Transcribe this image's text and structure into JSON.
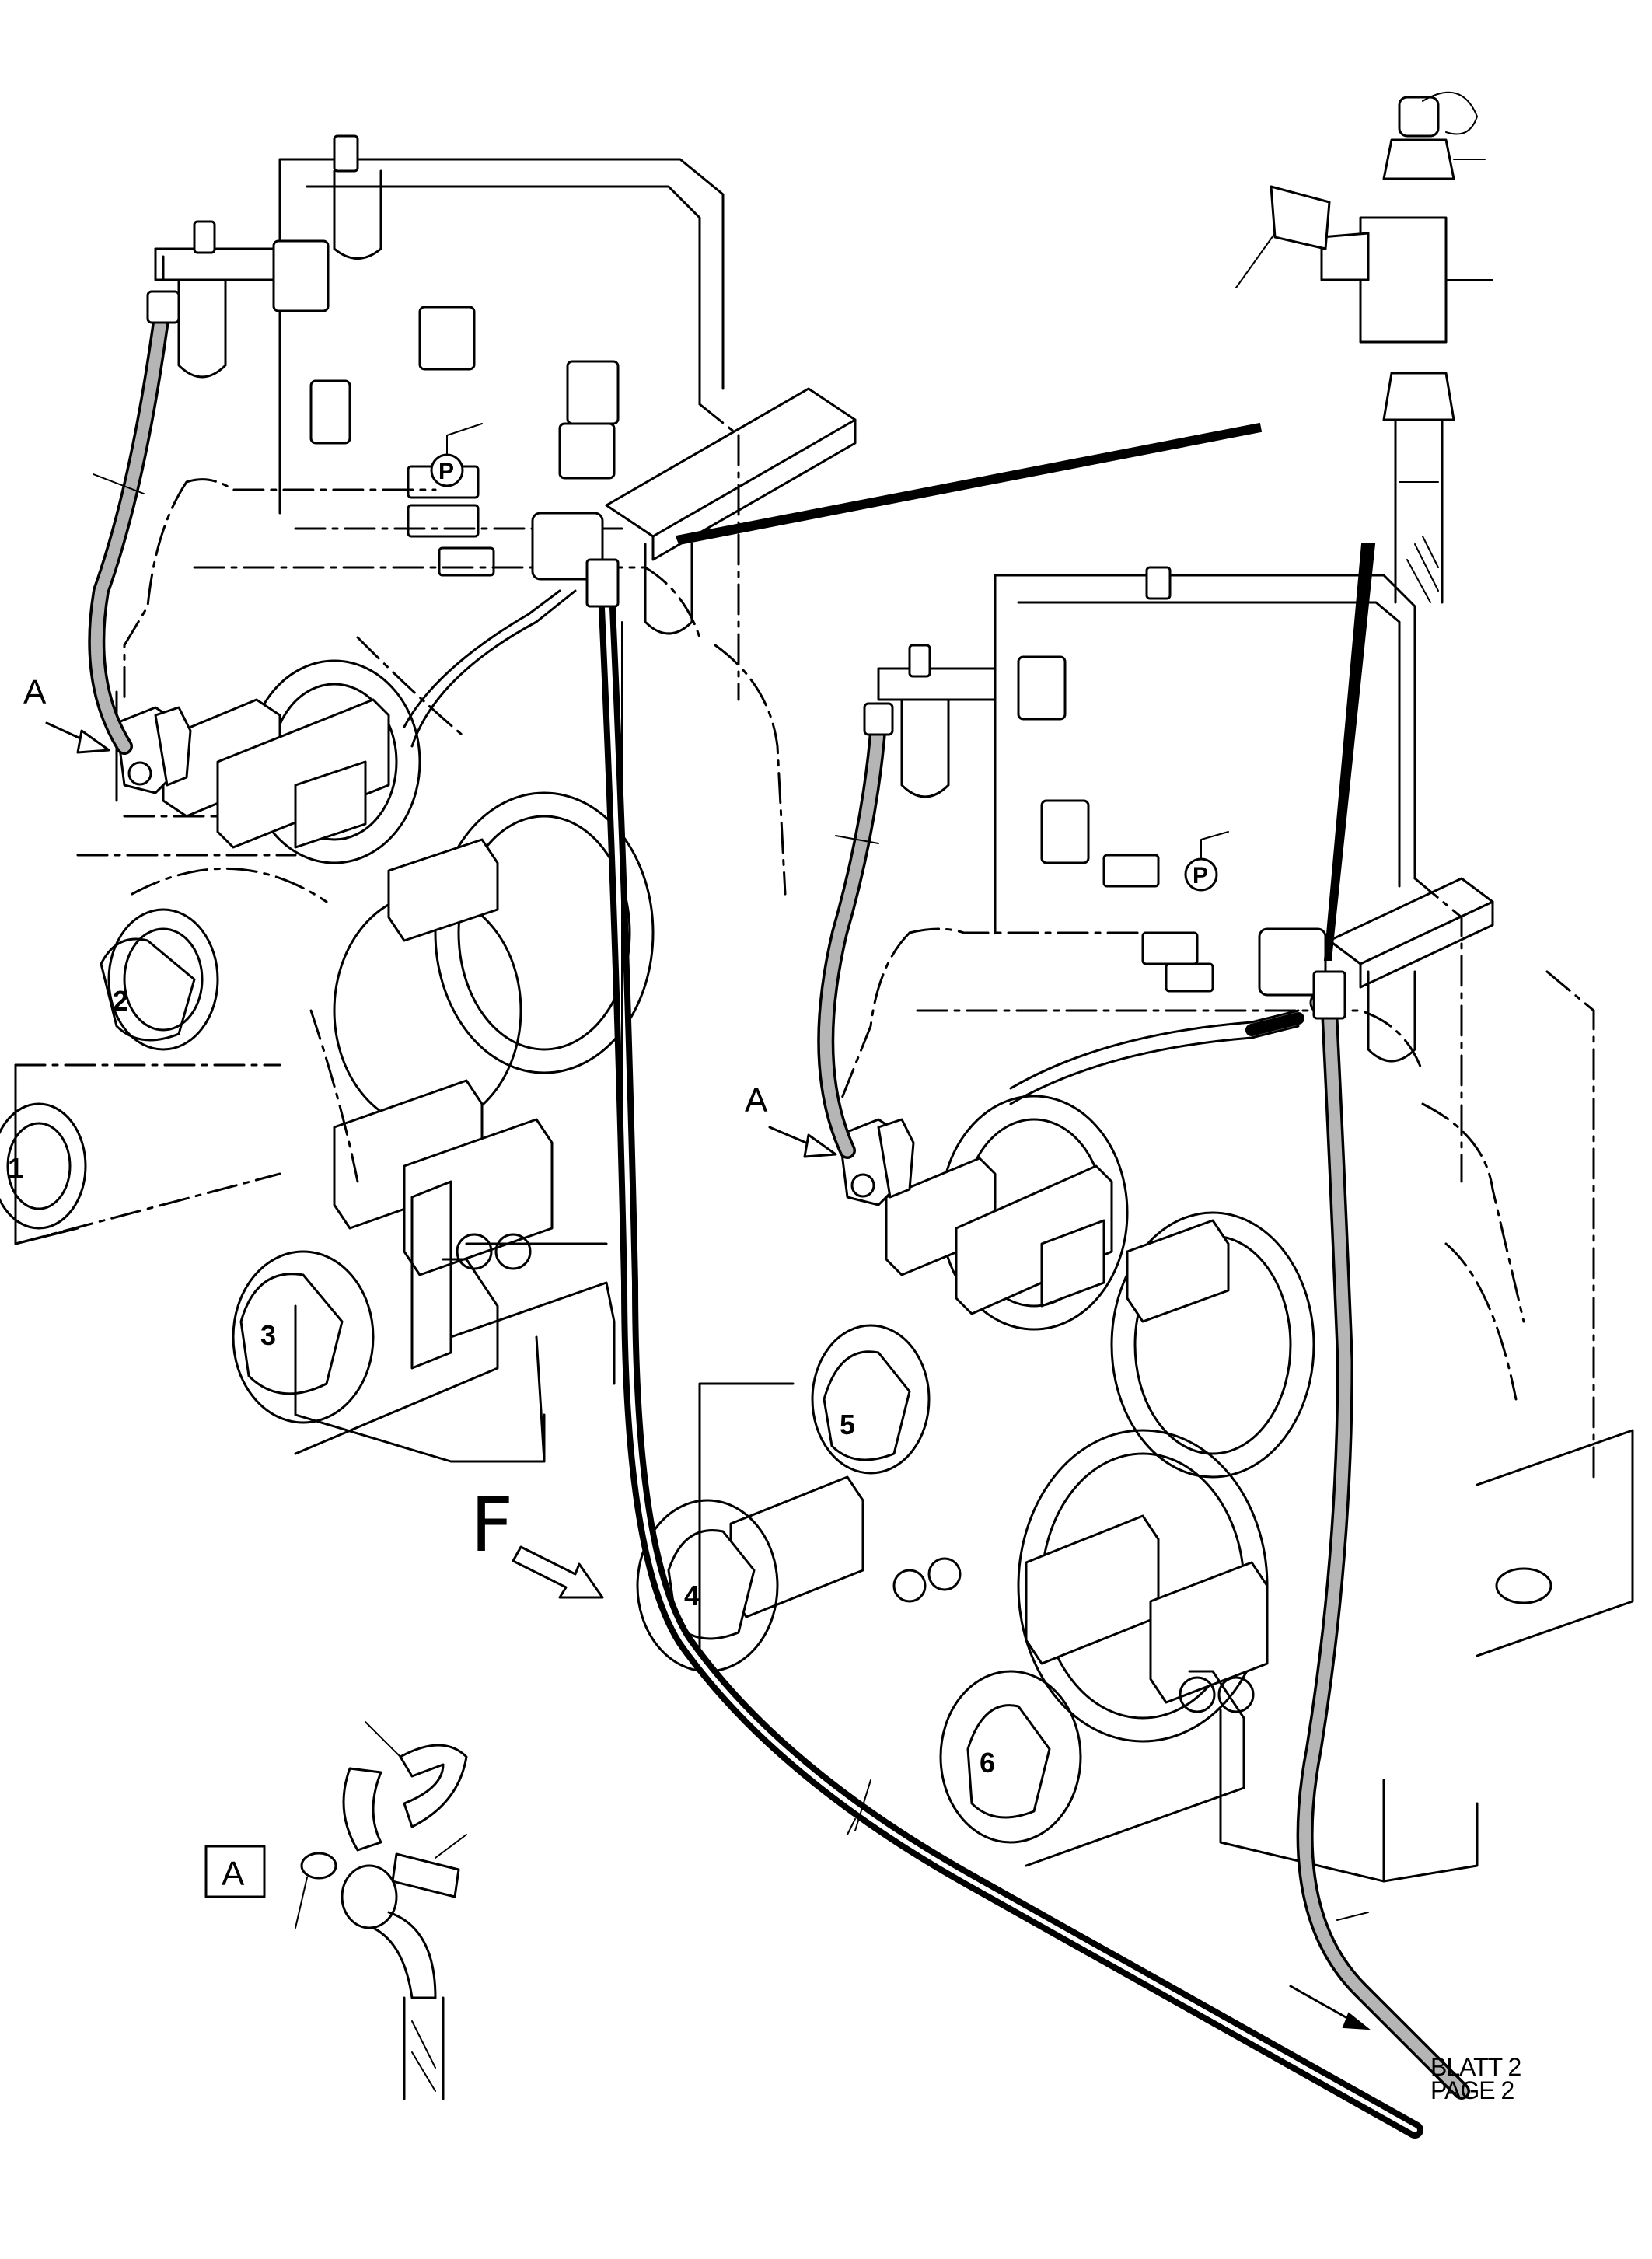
{
  "callouts": {
    "pos1": "1",
    "pos2": "2",
    "pos3": "3",
    "pos4": "4",
    "pos5": "5",
    "pos6": "6"
  },
  "view_markers": {
    "arrow_a_left": "A",
    "arrow_a_right": "A",
    "detail_box": "A",
    "direction": "F"
  },
  "pressure_points": {
    "left": "P",
    "right": "P"
  },
  "continuation": {
    "line1": "BLATT 2",
    "line2": "PAGE 2"
  }
}
